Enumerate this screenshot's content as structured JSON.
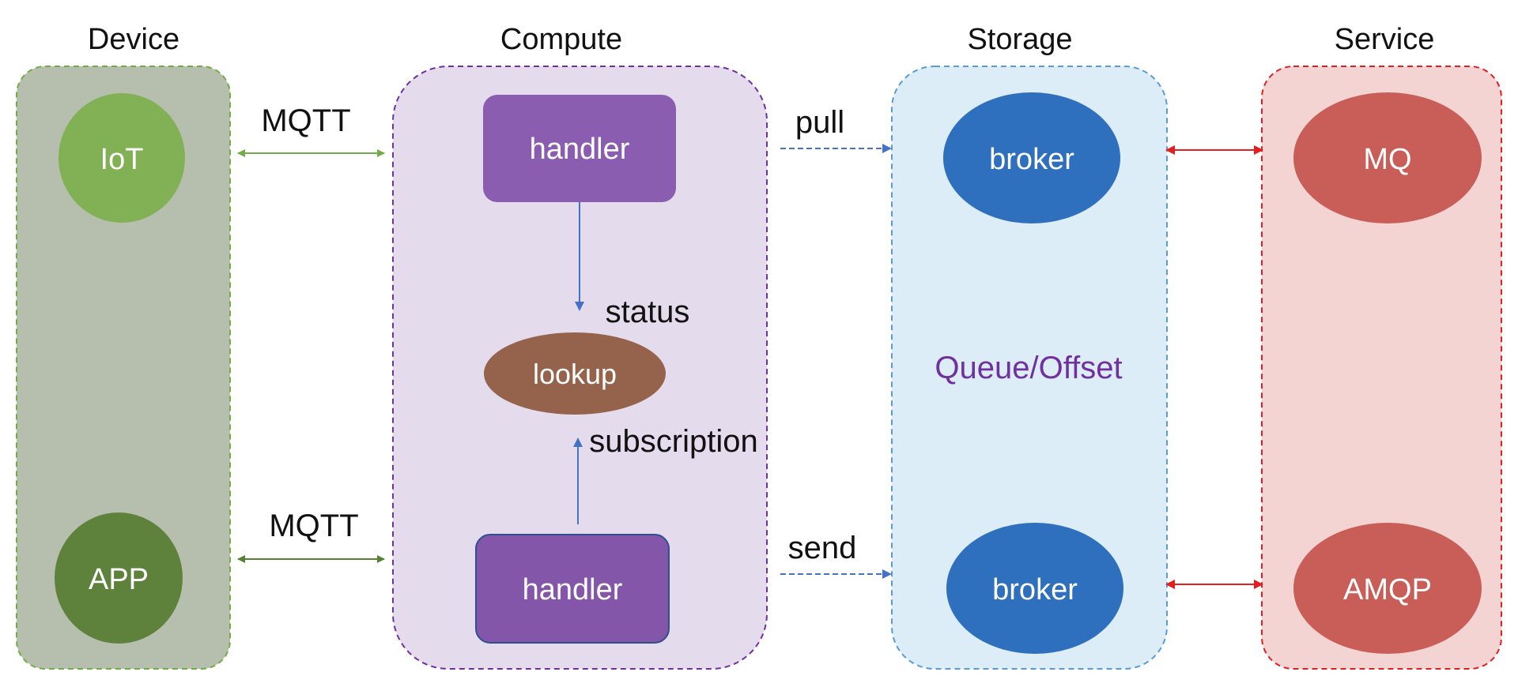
{
  "lanes": {
    "device": {
      "title": "Device",
      "fill": "#b6bfad",
      "border": "#70ad47"
    },
    "compute": {
      "title": "Compute",
      "fill": "#e4dbed",
      "border": "#7030a0"
    },
    "storage": {
      "title": "Storage",
      "fill": "#dcedf8",
      "border": "#5b9bd5"
    },
    "service": {
      "title": "Service",
      "fill": "#f4d4d2",
      "border": "#e02020"
    }
  },
  "nodes": {
    "iot": {
      "label": "IoT",
      "color": "#82b054"
    },
    "app": {
      "label": "APP",
      "color": "#5e823c"
    },
    "handler_top": {
      "label": "handler",
      "color": "#8a5db0"
    },
    "handler_bottom": {
      "label": "handler",
      "color": "#8356aa"
    },
    "lookup": {
      "label": "lookup",
      "color": "#95634b"
    },
    "broker_top": {
      "label": "broker",
      "color": "#2e6fbe"
    },
    "broker_bottom": {
      "label": "broker",
      "color": "#2e6fbe"
    },
    "mq": {
      "label": "MQ",
      "color": "#c95e58"
    },
    "amqp": {
      "label": "AMQP",
      "color": "#c95e58"
    }
  },
  "edges": {
    "mqtt_top": "MQTT",
    "mqtt_bottom": "MQTT",
    "pull": "pull",
    "send": "send",
    "status": "status",
    "subscription": "subscription"
  },
  "storage_note": {
    "label": "Queue/Offset",
    "color": "#7030a0"
  },
  "arrow_colors": {
    "device_top": "#70ad47",
    "device_bottom": "#548235",
    "compute": "#4472c4",
    "service": "#e02020"
  }
}
